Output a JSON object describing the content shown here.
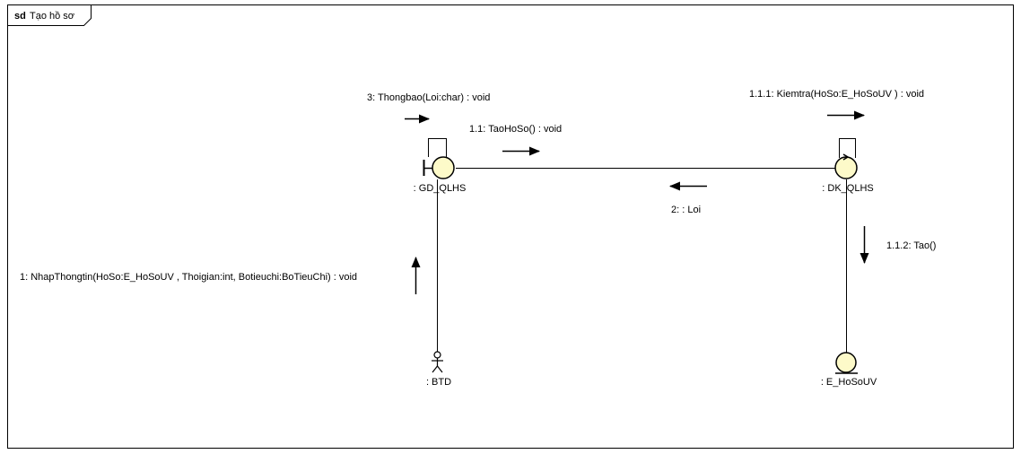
{
  "frame": {
    "keyword": "sd",
    "name": "Tạo hồ sơ"
  },
  "objects": {
    "boundary": ": GD_QLHS",
    "control": ": DK_QLHS",
    "actor": ": BTD",
    "entity": ": E_HoSoUV"
  },
  "messages": {
    "m1": "1: NhapThongtin(HoSo:E_HoSoUV , Thoigian:int, Botieuchi:BoTieuChi) : void",
    "m11": "1.1: TaoHoSo() : void",
    "m111": "1.1.1: Kiemtra(HoSo:E_HoSoUV ) : void",
    "m112": "1.1.2: Tao()",
    "m2": "2:  : Loi",
    "m3": "3: Thongbao(Loi:char) : void"
  },
  "colors": {
    "object_fill": "#fdfac9",
    "stroke": "#000000"
  }
}
